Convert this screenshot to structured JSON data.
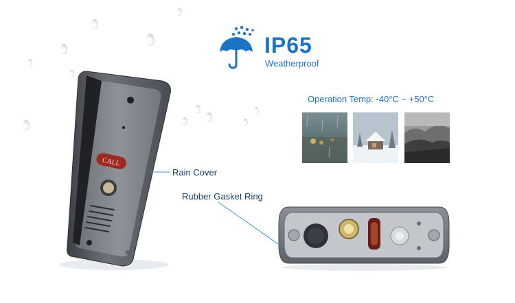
{
  "header": {
    "title": "IP65",
    "subtitle": "Weatherproof",
    "icon": "umbrella-rain-icon"
  },
  "operation": {
    "temp_label": "Operation Temp: -40°C ~ +50°C",
    "photos": [
      "rainy-window-photo",
      "snowy-house-photo",
      "misty-forest-photo"
    ]
  },
  "callouts": {
    "rain_cover": "Rain Cover",
    "rubber_gasket": "Rubber Gasket Ring"
  },
  "device": {
    "call_button_label": "CALL"
  },
  "colors": {
    "accent": "#1a73c4",
    "label_text": "#1a3f6b",
    "leader_line": "#3c93d6",
    "housing_gray": "#8a8f96",
    "call_red": "#9e2a24"
  }
}
